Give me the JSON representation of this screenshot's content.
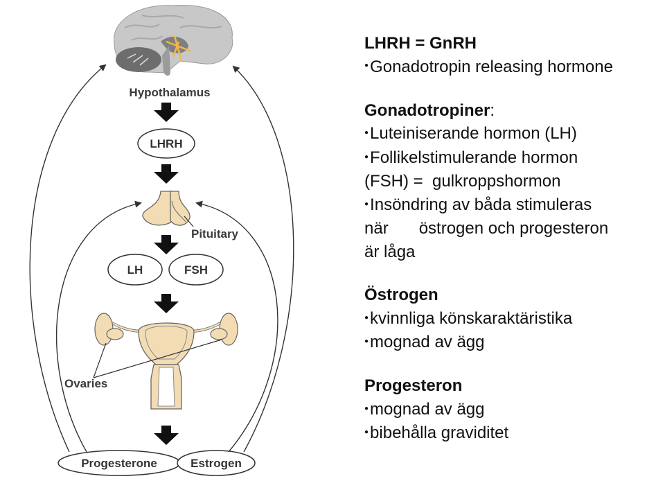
{
  "diagram": {
    "hypothalamus_label": "Hypothalamus",
    "lhrh_label": "LHRH",
    "pituitary_label": "Pituitary",
    "lh_label": "LH",
    "fsh_label": "FSH",
    "ovaries_label": "Ovaries",
    "progesterone_label": "Progesterone",
    "estrogen_label": "Estrogen",
    "icons": [
      "brain-icon",
      "pituitary-gland-icon",
      "uterus-ovaries-icon",
      "down-arrow-icon"
    ]
  },
  "notes": {
    "lhrh": {
      "title": "LHRH = GnRH",
      "items": [
        "Gonadotropin releasing hormone"
      ]
    },
    "gonadotropiner": {
      "title": "Gonadotropiner",
      "title_suffix": ":",
      "item1": "Luteiniserande hormon (LH)",
      "item2_line1": "Follikelstimulerande hormon",
      "item2_line2": "(FSH) =  gulkroppshormon",
      "item3_line1": "Insöndring av båda stimuleras",
      "item3_line2a": "när",
      "item3_line2b": "östrogen och progesteron",
      "item3_line3": "är låga"
    },
    "ostrogen": {
      "title": "Östrogen",
      "item1": "kvinnliga könskaraktäristika",
      "item2": "mognad av ägg"
    },
    "progesteron": {
      "title": "Progesteron",
      "item1": "mognad av ägg",
      "item2": "bibehålla graviditet"
    }
  }
}
